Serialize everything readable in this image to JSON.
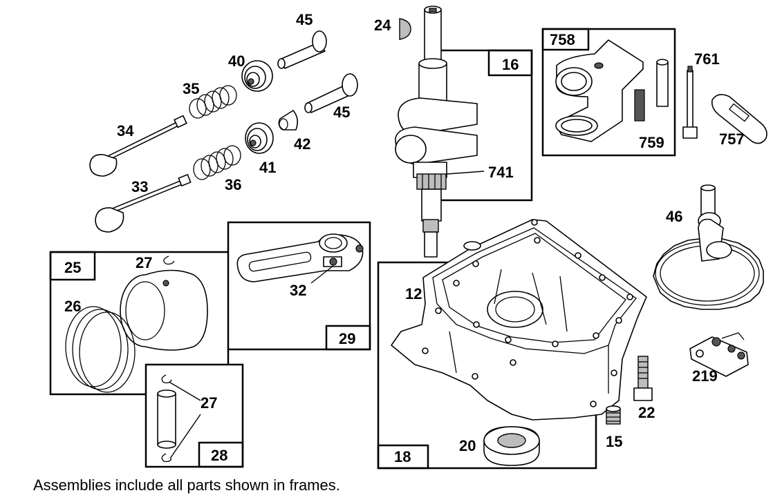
{
  "labels": {
    "p45a": "45",
    "p24": "24",
    "p40": "40",
    "p35": "35",
    "p45b": "45",
    "p34": "34",
    "p42": "42",
    "p41": "41",
    "p36": "36",
    "p33": "33",
    "p16": "16",
    "p741": "741",
    "p758": "758",
    "p761": "761",
    "p759": "759",
    "p757": "757",
    "p46": "46",
    "p25": "25",
    "p27a": "27",
    "p26": "26",
    "p32": "32",
    "p29": "29",
    "p12": "12",
    "p18": "18",
    "p20": "20",
    "p15": "15",
    "p22": "22",
    "p219": "219",
    "p27b": "27",
    "p28": "28"
  },
  "caption": "Assemblies include all parts shown in frames."
}
